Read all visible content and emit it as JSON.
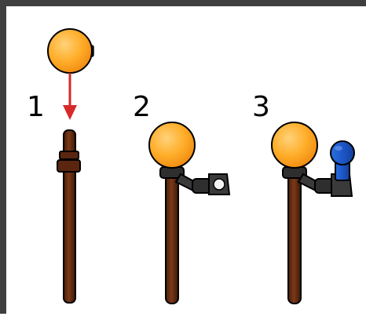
{
  "steps": [
    {
      "label": "1"
    },
    {
      "label": "2"
    },
    {
      "label": "3"
    }
  ],
  "colors": {
    "frame": "#3f3f3f",
    "stick": "#6b2e12",
    "bulb": "#ffae2a",
    "joint": "#2e2e2e",
    "arrow": "#d62a2a",
    "knob": "#1f5fcf"
  }
}
